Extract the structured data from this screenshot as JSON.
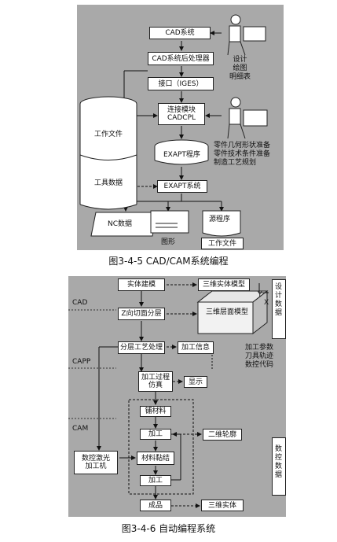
{
  "fig1": {
    "caption": "图3-4-5 CAD/CAM系统编程",
    "nodes": {
      "cad_system": "CAD系统",
      "cad_post": "CAD系统后处理器",
      "interface": "接口（IGES）",
      "connector": "连接模块\nCADCPL",
      "exapt_program": "EXAPT程序",
      "exapt_system": "EXAPT系统",
      "work_files": "工作文件",
      "tool_data": "工具数据",
      "nc_data": "NC数据",
      "graphics": "图形",
      "source_program": "源程序",
      "work_file_out": "工作文件"
    },
    "designer_note": "设计\n绘图\n明细表",
    "operator_note": "零件几何形状准备\n零件技术条件准备\n制造工艺规划"
  },
  "fig2": {
    "caption": "图3-4-6 自动编程系统",
    "side_labels": {
      "cad": "CAD",
      "capp": "CAPP",
      "cam": "CAM"
    },
    "right_notes": {
      "top": "设计数据",
      "mid": "数控数据"
    },
    "nodes": {
      "solid_modeling": "实体建模",
      "solid_model_3d": "三维实体模型",
      "z_slicing": "Z向切面分层",
      "layer_3d": "三维层面模型",
      "layer_process": "分层工艺处理",
      "processing_info": "加工信息",
      "params_note": "加工参数\n刀具轨迹\n数控代码",
      "process_sim": "加工过程\n仿真",
      "display": "显示",
      "lay_material": "铺材料",
      "machining1": "加工",
      "bonding": "材料黏结",
      "machining2": "加工",
      "contour_2d": "二维轮廓",
      "laser_machine": "数控激光\n加工机",
      "finished": "成品",
      "solid_3d": "三维实体"
    },
    "axis_y": "Y",
    "axis_x": "X"
  }
}
